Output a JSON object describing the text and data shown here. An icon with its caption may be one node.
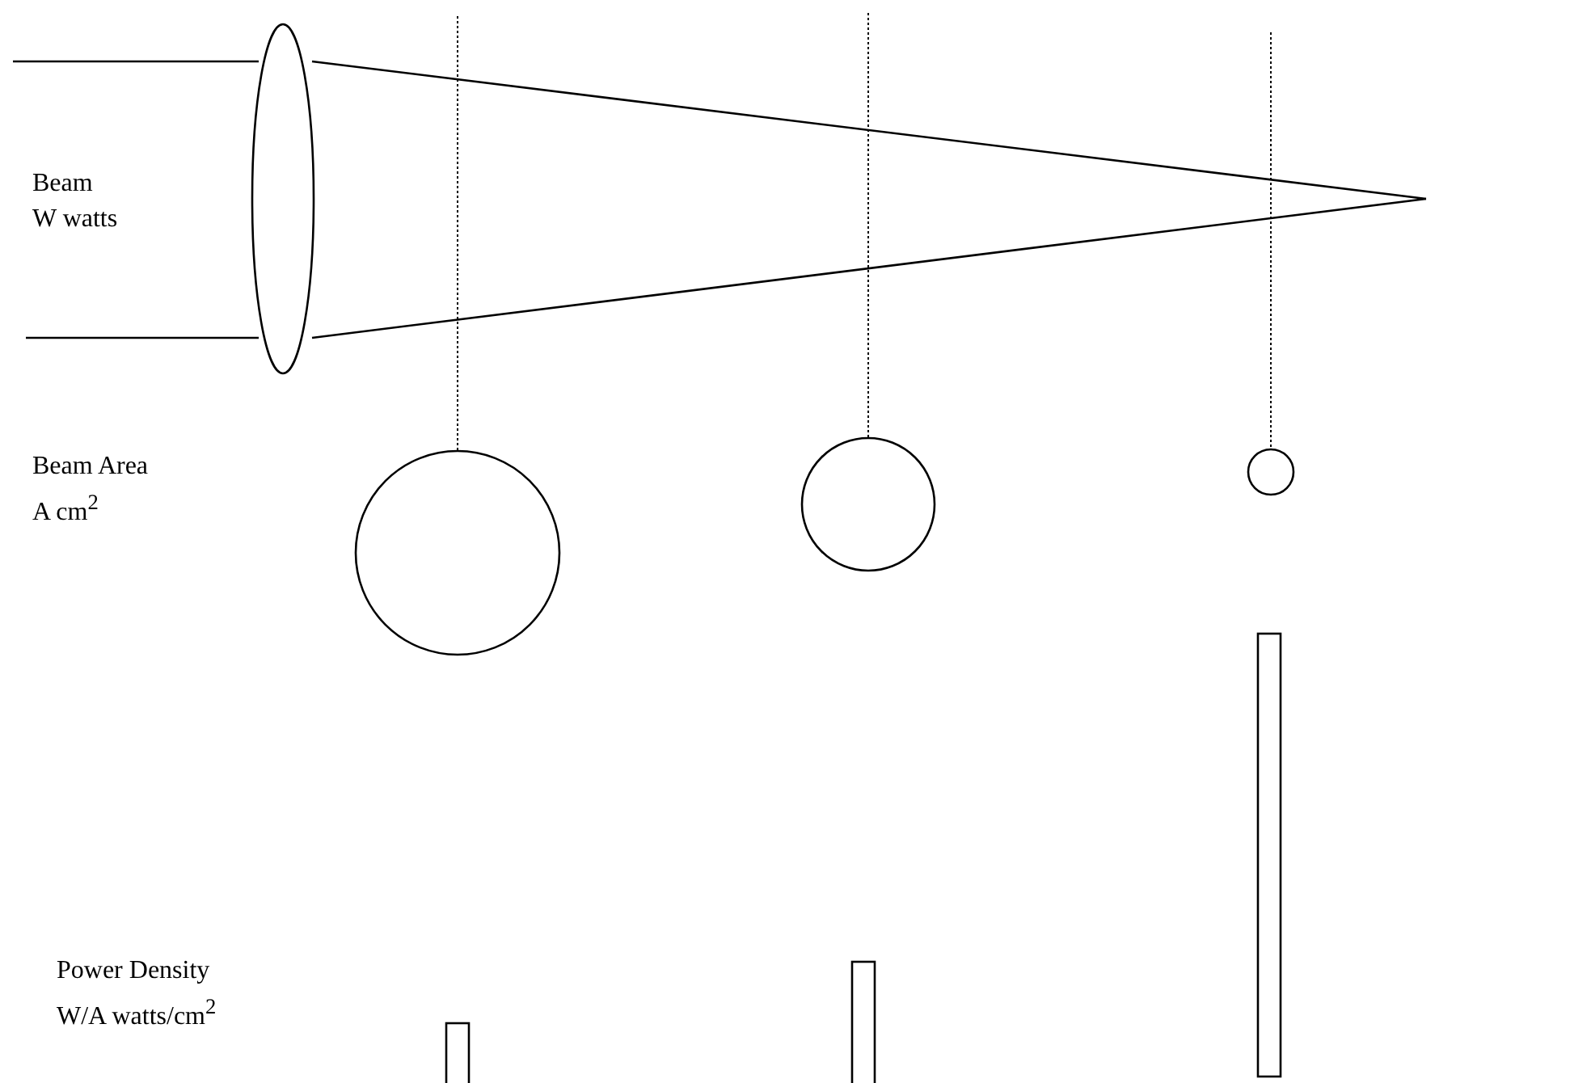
{
  "diagram": {
    "nodes": [
      {
        "text": [],
        "shape": "circle"
      },
      {
        "text": [],
        "shape": "circle"
      },
      {
        "text": [],
        "shape": "circle"
      },
      {
        "text": [],
        "shape": "bar"
      },
      {
        "text": [],
        "shape": "bar"
      },
      {
        "text": [],
        "shape": "bar"
      }
    ],
    "edges": [
      {
        "from": null,
        "to": 0,
        "arrow": "none",
        "style": "dashed"
      },
      {
        "from": null,
        "to": 1,
        "arrow": "none",
        "style": "dashed"
      },
      {
        "from": null,
        "to": 2,
        "arrow": "none",
        "style": "dashed"
      }
    ],
    "labels": [
      "Beam W watts",
      "Beam Area A cm$^{2}$",
      "Power Density W/A watts/cm$^{2}$"
    ]
  }
}
